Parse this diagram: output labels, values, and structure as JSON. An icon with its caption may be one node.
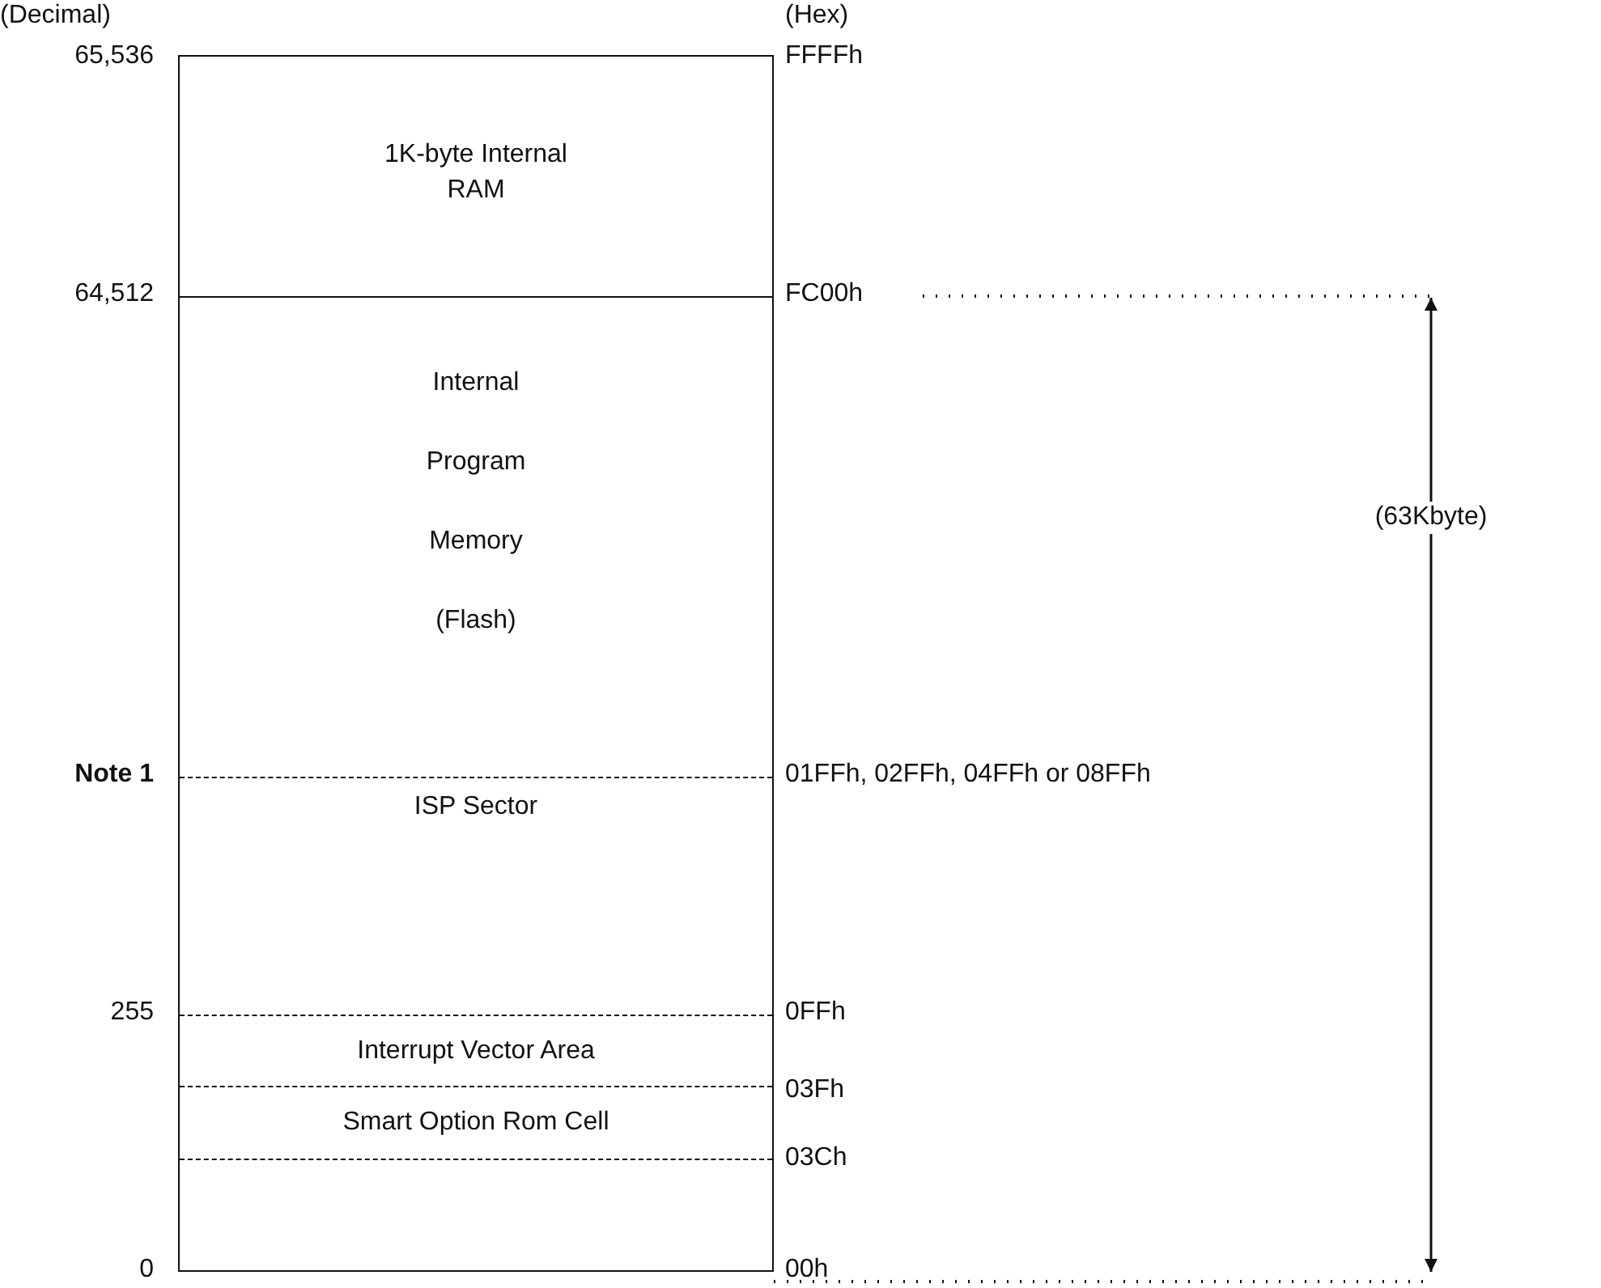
{
  "diagram": {
    "nodes": [
      {
        "text": [
          "1K-byte Internal RAM"
        ]
      },
      {
        "text": [
          "Internal Program Memory (Flash)"
        ]
      },
      {
        "text": [
          "ISP Sector"
        ]
      },
      {
        "text": [
          "Interrupt Vector Area"
        ]
      },
      {
        "text": [
          "Smart Option Rom Cell"
        ]
      }
    ],
    "labels": [
      "(Decimal)",
      "(Hex)",
      "65,536",
      "FFFFh",
      "64,512",
      "FC00h",
      "(63Kbyte)",
      "Note 1",
      "01FFh, 02FFh, 04FFh or 08FFh",
      "255",
      "0FFh",
      "03Fh",
      "03Ch",
      "0",
      "00h"
    ]
  }
}
